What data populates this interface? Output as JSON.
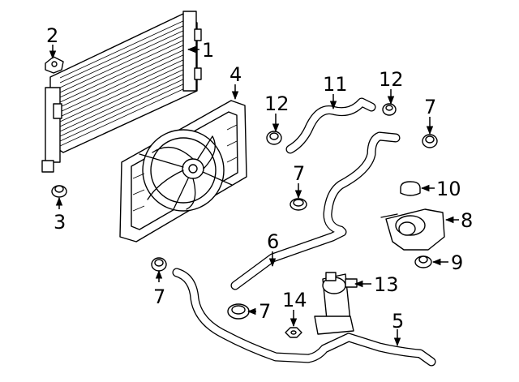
{
  "callouts": [
    {
      "id": "1",
      "label": "1"
    },
    {
      "id": "2",
      "label": "2"
    },
    {
      "id": "3",
      "label": "3"
    },
    {
      "id": "4",
      "label": "4"
    },
    {
      "id": "5",
      "label": "5"
    },
    {
      "id": "6",
      "label": "6"
    },
    {
      "id": "7a",
      "label": "7"
    },
    {
      "id": "7b",
      "label": "7"
    },
    {
      "id": "7c",
      "label": "7"
    },
    {
      "id": "7d",
      "label": "7"
    },
    {
      "id": "8",
      "label": "8"
    },
    {
      "id": "9",
      "label": "9"
    },
    {
      "id": "10",
      "label": "10"
    },
    {
      "id": "11",
      "label": "11"
    },
    {
      "id": "12a",
      "label": "12"
    },
    {
      "id": "12b",
      "label": "12"
    },
    {
      "id": "13",
      "label": "13"
    },
    {
      "id": "14",
      "label": "14"
    }
  ],
  "colors": {
    "line": "#000000",
    "background": "#ffffff"
  }
}
